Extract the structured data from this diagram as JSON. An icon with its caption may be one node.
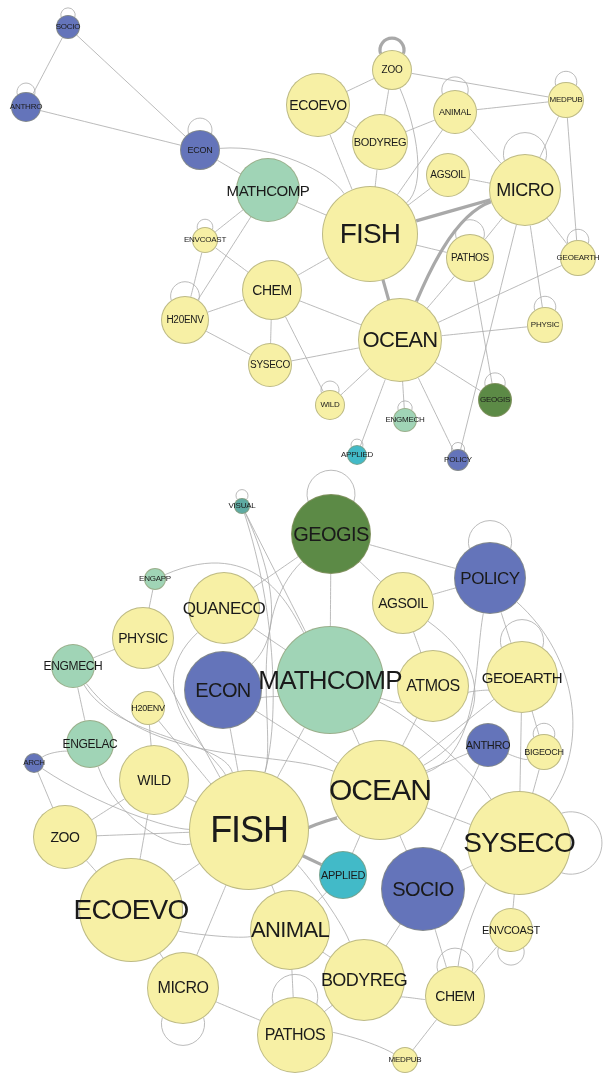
{
  "diagram": {
    "nodes": [
      {
        "text": [
          "SOCIO"
        ]
      },
      {
        "text": [
          "ANTHRO"
        ]
      },
      {
        "text": [
          "ECON"
        ]
      },
      {
        "text": [
          "ECOEVO"
        ]
      },
      {
        "text": [
          "ZOO"
        ]
      },
      {
        "text": [
          "ANIMAL"
        ]
      },
      {
        "text": [
          "MEDPUB"
        ]
      },
      {
        "text": [
          "BODYREG"
        ]
      },
      {
        "text": [
          "MATHCOMP"
        ]
      },
      {
        "text": [
          "AGSOIL"
        ]
      },
      {
        "text": [
          "MICRO"
        ]
      },
      {
        "text": [
          "FISH"
        ]
      },
      {
        "text": [
          "ENVCOAST"
        ]
      },
      {
        "text": [
          "PATHOS"
        ]
      },
      {
        "text": [
          "GEOEARTH"
        ]
      },
      {
        "text": [
          "CHEM"
        ]
      },
      {
        "text": [
          "OCEAN"
        ]
      },
      {
        "text": [
          "H20ENV"
        ]
      },
      {
        "text": [
          "SYSECO"
        ]
      },
      {
        "text": [
          "PHYSIC"
        ]
      },
      {
        "text": [
          "WILD"
        ]
      },
      {
        "text": [
          "ENGMECH"
        ]
      },
      {
        "text": [
          "GEOGIS"
        ]
      },
      {
        "text": [
          "APPLIED"
        ]
      },
      {
        "text": [
          "POLICY"
        ]
      },
      {
        "text": [
          "VISUAL"
        ]
      },
      {
        "text": [
          "GEOGIS"
        ]
      },
      {
        "text": [
          "ENGAPP"
        ]
      },
      {
        "text": [
          "QUANECO"
        ]
      },
      {
        "text": [
          "AGSOIL"
        ]
      },
      {
        "text": [
          "POLICY"
        ]
      },
      {
        "text": [
          "PHYSIC"
        ]
      },
      {
        "text": [
          "MATHCOMP"
        ]
      },
      {
        "text": [
          "ENGMECH"
        ]
      },
      {
        "text": [
          "ECON"
        ]
      },
      {
        "text": [
          "ATMOS"
        ]
      },
      {
        "text": [
          "GEOEARTH"
        ]
      },
      {
        "text": [
          "H20ENV"
        ]
      },
      {
        "text": [
          "ENGELAC"
        ]
      },
      {
        "text": [
          "ARCH"
        ]
      },
      {
        "text": [
          "ANTHRO"
        ]
      },
      {
        "text": [
          "BIGEOCH"
        ]
      },
      {
        "text": [
          "WILD"
        ]
      },
      {
        "text": [
          "OCEAN"
        ]
      },
      {
        "text": [
          "FISH"
        ]
      },
      {
        "text": [
          "ZOO"
        ]
      },
      {
        "text": [
          "SYSECO"
        ]
      },
      {
        "text": [
          "APPLIED"
        ]
      },
      {
        "text": [
          "SOCIO"
        ]
      },
      {
        "text": [
          "ECOEVO"
        ]
      },
      {
        "text": [
          "ANIMAL"
        ]
      },
      {
        "text": [
          "ENVCOAST"
        ]
      },
      {
        "text": [
          "BODYREG"
        ]
      },
      {
        "text": [
          "MICRO"
        ]
      },
      {
        "text": [
          "CHEM"
        ]
      },
      {
        "text": [
          "PATHOS"
        ]
      },
      {
        "text": [
          "MEDPUB"
        ]
      }
    ],
    "edges": [
      {
        "from": 0,
        "to": 1,
        "arrow": "none"
      },
      {
        "from": 0,
        "to": 2,
        "arrow": "none"
      },
      {
        "from": 1,
        "to": 2,
        "arrow": "none"
      },
      {
        "from": 2,
        "to": 8,
        "arrow": "none"
      },
      {
        "from": 2,
        "to": 11,
        "arrow": "none"
      },
      {
        "from": 12,
        "to": 8,
        "arrow": "none"
      },
      {
        "from": 12,
        "to": 15,
        "arrow": "none"
      },
      {
        "from": 17,
        "to": 12,
        "arrow": "none"
      },
      {
        "from": 17,
        "to": 15,
        "arrow": "none"
      },
      {
        "from": 17,
        "to": 18,
        "arrow": "none"
      },
      {
        "from": 17,
        "to": 8,
        "arrow": "none"
      },
      {
        "from": 18,
        "to": 15,
        "arrow": "none"
      },
      {
        "from": 18,
        "to": 16,
        "arrow": "none"
      },
      {
        "from": 20,
        "to": 16,
        "arrow": "none"
      },
      {
        "from": 20,
        "to": 15,
        "arrow": "none"
      },
      {
        "from": 23,
        "to": 16,
        "arrow": "none"
      },
      {
        "from": 21,
        "to": 16,
        "arrow": "none"
      },
      {
        "from": 22,
        "to": 16,
        "arrow": "none"
      },
      {
        "from": 24,
        "to": 16,
        "arrow": "none"
      },
      {
        "from": 24,
        "to": 10,
        "arrow": "none"
      },
      {
        "from": 22,
        "to": 13,
        "arrow": "none"
      },
      {
        "from": 19,
        "to": 16,
        "arrow": "none"
      },
      {
        "from": 19,
        "to": 10,
        "arrow": "none"
      },
      {
        "from": 14,
        "to": 10,
        "arrow": "none"
      },
      {
        "from": 14,
        "to": 16,
        "arrow": "none"
      },
      {
        "from": 6,
        "to": 10,
        "arrow": "none"
      },
      {
        "from": 6,
        "to": 5,
        "arrow": "none"
      },
      {
        "from": 6,
        "to": 4,
        "arrow": "none"
      },
      {
        "from": 6,
        "to": 14,
        "arrow": "none"
      },
      {
        "from": 4,
        "to": 3,
        "arrow": "none"
      },
      {
        "from": 4,
        "to": 7,
        "arrow": "none"
      },
      {
        "from": 4,
        "to": 11,
        "arrow": "none"
      },
      {
        "from": 5,
        "to": 11,
        "arrow": "none"
      },
      {
        "from": 5,
        "to": 7,
        "arrow": "none"
      },
      {
        "from": 5,
        "to": 10,
        "arrow": "none"
      },
      {
        "from": 3,
        "to": 11,
        "arrow": "none"
      },
      {
        "from": 3,
        "to": 7,
        "arrow": "none"
      },
      {
        "from": 7,
        "to": 11,
        "arrow": "none"
      },
      {
        "from": 9,
        "to": 11,
        "arrow": "none"
      },
      {
        "from": 9,
        "to": 10,
        "arrow": "none"
      },
      {
        "from": 10,
        "to": 11,
        "arrow": "none",
        "style": "thick"
      },
      {
        "from": 13,
        "to": 11,
        "arrow": "none"
      },
      {
        "from": 13,
        "to": 10,
        "arrow": "none"
      },
      {
        "from": 11,
        "to": 16,
        "arrow": "none",
        "style": "thick"
      },
      {
        "from": 15,
        "to": 16,
        "arrow": "none"
      },
      {
        "from": 15,
        "to": 11,
        "arrow": "none"
      },
      {
        "from": 8,
        "to": 11,
        "arrow": "none"
      },
      {
        "from": 16,
        "to": 13,
        "arrow": "none"
      },
      {
        "from": 16,
        "to": 10,
        "arrow": "none",
        "style": "thick"
      },
      {
        "from": 25,
        "to": 32,
        "arrow": "none"
      },
      {
        "from": 25,
        "to": 34,
        "arrow": "none"
      },
      {
        "from": 25,
        "to": 44,
        "arrow": "none"
      },
      {
        "from": 27,
        "to": 31,
        "arrow": "none"
      },
      {
        "from": 27,
        "to": 32,
        "arrow": "none"
      },
      {
        "from": 28,
        "to": 32,
        "arrow": "none"
      },
      {
        "from": 28,
        "to": 44,
        "arrow": "none"
      },
      {
        "from": 28,
        "to": 26,
        "arrow": "none"
      },
      {
        "from": 26,
        "to": 32,
        "arrow": "none"
      },
      {
        "from": 26,
        "to": 30,
        "arrow": "none"
      },
      {
        "from": 26,
        "to": 29,
        "arrow": "none"
      },
      {
        "from": 26,
        "to": 44,
        "arrow": "none"
      },
      {
        "from": 29,
        "to": 43,
        "arrow": "none"
      },
      {
        "from": 29,
        "to": 35,
        "arrow": "none"
      },
      {
        "from": 29,
        "to": 30,
        "arrow": "none"
      },
      {
        "from": 30,
        "to": 36,
        "arrow": "none"
      },
      {
        "from": 30,
        "to": 43,
        "arrow": "none"
      },
      {
        "from": 30,
        "to": 46,
        "arrow": "none"
      },
      {
        "from": 31,
        "to": 33,
        "arrow": "none"
      },
      {
        "from": 31,
        "to": 44,
        "arrow": "none"
      },
      {
        "from": 33,
        "to": 38,
        "arrow": "none"
      },
      {
        "from": 33,
        "to": 44,
        "arrow": "none"
      },
      {
        "from": 33,
        "to": 43,
        "arrow": "none"
      },
      {
        "from": 34,
        "to": 32,
        "arrow": "none"
      },
      {
        "from": 34,
        "to": 44,
        "arrow": "none"
      },
      {
        "from": 34,
        "to": 43,
        "arrow": "none"
      },
      {
        "from": 32,
        "to": 43,
        "arrow": "none"
      },
      {
        "from": 32,
        "to": 44,
        "arrow": "none"
      },
      {
        "from": 32,
        "to": 35,
        "arrow": "none"
      },
      {
        "from": 32,
        "to": 46,
        "arrow": "none"
      },
      {
        "from": 35,
        "to": 43,
        "arrow": "none"
      },
      {
        "from": 35,
        "to": 36,
        "arrow": "none"
      },
      {
        "from": 36,
        "to": 46,
        "arrow": "none"
      },
      {
        "from": 36,
        "to": 43,
        "arrow": "none"
      },
      {
        "from": 40,
        "to": 41,
        "arrow": "none"
      },
      {
        "from": 40,
        "to": 43,
        "arrow": "none"
      },
      {
        "from": 40,
        "to": 48,
        "arrow": "none"
      },
      {
        "from": 41,
        "to": 46,
        "arrow": "none"
      },
      {
        "from": 37,
        "to": 44,
        "arrow": "none"
      },
      {
        "from": 37,
        "to": 42,
        "arrow": "none"
      },
      {
        "from": 38,
        "to": 44,
        "arrow": "none"
      },
      {
        "from": 38,
        "to": 39,
        "arrow": "none"
      },
      {
        "from": 39,
        "to": 45,
        "arrow": "none"
      },
      {
        "from": 39,
        "to": 44,
        "arrow": "none"
      },
      {
        "from": 42,
        "to": 44,
        "arrow": "none"
      },
      {
        "from": 42,
        "to": 49,
        "arrow": "none"
      },
      {
        "from": 43,
        "to": 44,
        "arrow": "none",
        "style": "thick"
      },
      {
        "from": 43,
        "to": 46,
        "arrow": "none"
      },
      {
        "from": 43,
        "to": 48,
        "arrow": "none"
      },
      {
        "from": 43,
        "to": 47,
        "arrow": "none"
      },
      {
        "from": 44,
        "to": 47,
        "arrow": "none",
        "style": "thick"
      },
      {
        "from": 44,
        "to": 50,
        "arrow": "none"
      },
      {
        "from": 44,
        "to": 49,
        "arrow": "none"
      },
      {
        "from": 44,
        "to": 45,
        "arrow": "none"
      },
      {
        "from": 44,
        "to": 53,
        "arrow": "none"
      },
      {
        "from": 44,
        "to": 52,
        "arrow": "none"
      },
      {
        "from": 45,
        "to": 49,
        "arrow": "none"
      },
      {
        "from": 46,
        "to": 48,
        "arrow": "none"
      },
      {
        "from": 46,
        "to": 51,
        "arrow": "none"
      },
      {
        "from": 48,
        "to": 52,
        "arrow": "none"
      },
      {
        "from": 48,
        "to": 54,
        "arrow": "none"
      },
      {
        "from": 49,
        "to": 50,
        "arrow": "none"
      },
      {
        "from": 49,
        "to": 53,
        "arrow": "none"
      },
      {
        "from": 50,
        "to": 52,
        "arrow": "none"
      },
      {
        "from": 50,
        "to": 55,
        "arrow": "none"
      },
      {
        "from": 51,
        "to": 54,
        "arrow": "none"
      },
      {
        "from": 52,
        "to": 54,
        "arrow": "none"
      },
      {
        "from": 52,
        "to": 55,
        "arrow": "none"
      },
      {
        "from": 53,
        "to": 55,
        "arrow": "none"
      },
      {
        "from": 55,
        "to": 56,
        "arrow": "none"
      },
      {
        "from": 54,
        "to": 56,
        "arrow": "none"
      },
      {
        "from": 50,
        "to": 47,
        "arrow": "none"
      },
      {
        "from": 46,
        "to": 54,
        "arrow": "none"
      },
      {
        "from": 45,
        "to": 42,
        "arrow": "none"
      },
      {
        "from": 36,
        "to": 41,
        "arrow": "none"
      },
      {
        "from": 0,
        "to": 0,
        "arrow": "none"
      },
      {
        "from": 1,
        "to": 1,
        "arrow": "none"
      },
      {
        "from": 2,
        "to": 2,
        "arrow": "none"
      },
      {
        "from": 4,
        "to": 4,
        "arrow": "none",
        "style": "thick"
      },
      {
        "from": 5,
        "to": 5,
        "arrow": "none"
      },
      {
        "from": 6,
        "to": 6,
        "arrow": "none"
      },
      {
        "from": 10,
        "to": 10,
        "arrow": "none"
      },
      {
        "from": 12,
        "to": 12,
        "arrow": "none"
      },
      {
        "from": 13,
        "to": 13,
        "arrow": "none"
      },
      {
        "from": 14,
        "to": 14,
        "arrow": "none"
      },
      {
        "from": 17,
        "to": 17,
        "arrow": "none"
      },
      {
        "from": 19,
        "to": 19,
        "arrow": "none"
      },
      {
        "from": 20,
        "to": 20,
        "arrow": "none"
      },
      {
        "from": 21,
        "to": 21,
        "arrow": "none"
      },
      {
        "from": 22,
        "to": 22,
        "arrow": "none"
      },
      {
        "from": 23,
        "to": 23,
        "arrow": "none"
      },
      {
        "from": 24,
        "to": 24,
        "arrow": "none"
      },
      {
        "from": 25,
        "to": 25,
        "arrow": "none"
      },
      {
        "from": 26,
        "to": 26,
        "arrow": "none"
      },
      {
        "from": 30,
        "to": 30,
        "arrow": "none"
      },
      {
        "from": 36,
        "to": 36,
        "arrow": "none"
      },
      {
        "from": 41,
        "to": 41,
        "arrow": "none"
      },
      {
        "from": 46,
        "to": 46,
        "arrow": "none"
      },
      {
        "from": 51,
        "to": 51,
        "arrow": "none"
      },
      {
        "from": 53,
        "to": 53,
        "arrow": "none"
      },
      {
        "from": 54,
        "to": 54,
        "arrow": "none"
      },
      {
        "from": 55,
        "to": 55,
        "arrow": "none"
      }
    ]
  }
}
